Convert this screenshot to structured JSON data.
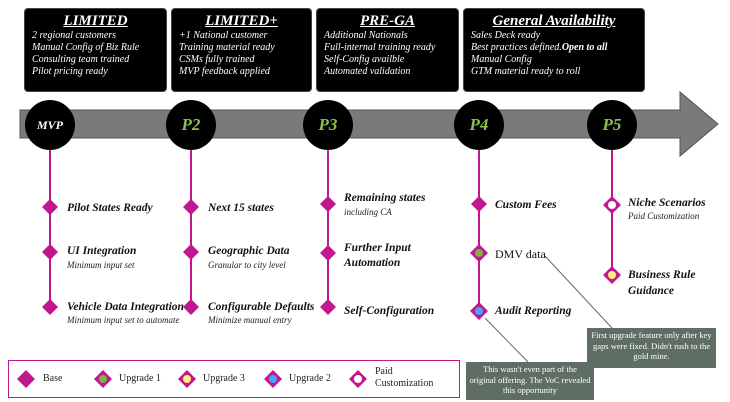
{
  "phases": [
    {
      "title": "LIMITED",
      "lines": [
        "2 regional customers",
        "Manual Config of Biz Rule",
        "Consulting team trained",
        "Pilot pricing ready"
      ]
    },
    {
      "title": "LIMITED+",
      "lines": [
        "+1 National customer",
        "Training material  ready",
        "CSMs fully trained",
        "MVP feedback applied"
      ]
    },
    {
      "title": "PRE-GA",
      "lines": [
        "Additional Nationals",
        "Full-internal training ready",
        "Self-Config availble",
        "Automated validation"
      ]
    },
    {
      "title": "General Availability",
      "lines": [
        "Sales Deck ready",
        "Manual Config",
        "GTM material ready to roll"
      ],
      "line2_prefix": "Best practices defined.",
      "line2_bold": "Open to all"
    }
  ],
  "nodes": [
    "MVP",
    "P2",
    "P3",
    "P4",
    "P5"
  ],
  "items": {
    "mvp": [
      {
        "title": "Pilot States Ready",
        "sub": ""
      },
      {
        "title": "UI Integration",
        "sub": "Minimum input set"
      },
      {
        "title": "Vehicle Data Integration",
        "sub": "Minimum input set to automate"
      }
    ],
    "p2": [
      {
        "title": "Next 15 states",
        "sub": ""
      },
      {
        "title": "Geographic Data",
        "sub": "Granular to city level"
      },
      {
        "title": "Configurable Defaults",
        "sub": "Minimize manual entry"
      }
    ],
    "p3": [
      {
        "title": "Remaining states",
        "sub": "including CA"
      },
      {
        "title": "Further Input",
        "title2": "Automation",
        "sub": ""
      },
      {
        "title": "Self-Configuration",
        "sub": ""
      }
    ],
    "p4": [
      {
        "title": "Custom Fees",
        "sub": ""
      },
      {
        "title": "DMV data",
        "sub": ""
      },
      {
        "title": "Audit Reporting",
        "sub": ""
      }
    ],
    "p5": [
      {
        "title": "Niche Scenarios",
        "sub": "Paid Customization"
      },
      {
        "title": "Business Rule",
        "title2": "Guidance",
        "sub": ""
      }
    ]
  },
  "callouts": {
    "voc": "This wasn't even part of the original offering. The VoC revealed this opportunity",
    "gold": "First upgrade feature only after key gaps were fixed. Didn't rush to the gold mine."
  },
  "legend": [
    {
      "label": "Base",
      "kind": "base"
    },
    {
      "label": "Upgrade 1",
      "kind": "upgrade1"
    },
    {
      "label": "Upgrade 3",
      "kind": "upgrade3"
    },
    {
      "label": "Upgrade 2",
      "kind": "upgrade2"
    },
    {
      "label": "Paid Customization",
      "kind": "paid"
    }
  ],
  "colors": {
    "magenta": "#c2168f",
    "green": "#7cb342",
    "yellow": "#fff176",
    "blue": "#42a5f5",
    "arrow": "#7a7a7a"
  }
}
